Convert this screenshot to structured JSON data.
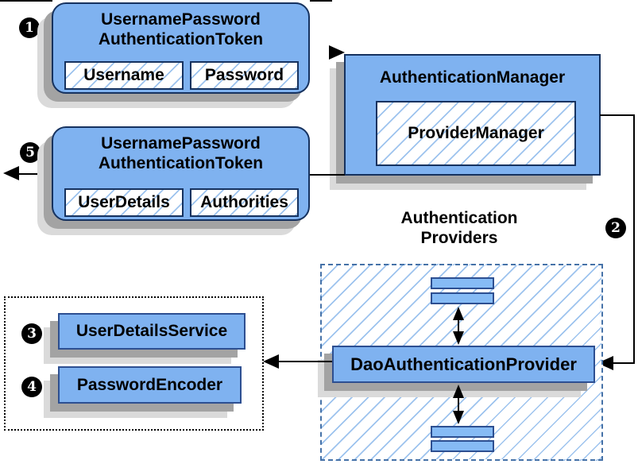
{
  "steps": {
    "s1": "1",
    "s2": "2",
    "s3": "3",
    "s4": "4",
    "s5": "5"
  },
  "request_token": {
    "title_line1": "UsernamePassword",
    "title_line2": "AuthenticationToken",
    "field1": "Username",
    "field2": "Password"
  },
  "response_token": {
    "title_line1": "UsernamePassword",
    "title_line2": "AuthenticationToken",
    "field1": "UserDetails",
    "field2": "Authorities"
  },
  "auth_manager": {
    "title": "AuthenticationManager",
    "inner": "ProviderManager"
  },
  "providers": {
    "label_line1": "Authentication",
    "label_line2": "Providers",
    "dao": "DaoAuthenticationProvider"
  },
  "services": {
    "user_details_service": "UserDetailsService",
    "password_encoder": "PasswordEncoder"
  },
  "colors": {
    "box_blue": "#7fb2f0",
    "bar_blue": "#86bbf5",
    "border_navy": "#16325f",
    "inner_border": "#2d4f91",
    "shadow1": "#a3a3a3",
    "shadow2": "#dadada",
    "hatch": "#9dc3ee",
    "dash_border": "#4672a8"
  }
}
